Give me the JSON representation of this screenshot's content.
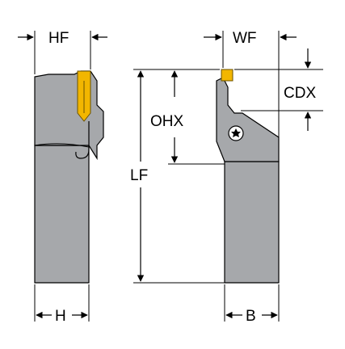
{
  "labels": {
    "hf": "HF",
    "wf": "WF",
    "cdx": "CDX",
    "ohx": "OHX",
    "lf": "LF",
    "h": "H",
    "b": "B"
  },
  "colors": {
    "body_grey": "#a6a8ab",
    "body_outline": "#000000",
    "insert_yellow": "#f2b600",
    "insert_dark": "#6b5200",
    "line": "#000000",
    "background": "#ffffff"
  },
  "icons": {
    "clamp_screw": "torx-screw-icon"
  }
}
